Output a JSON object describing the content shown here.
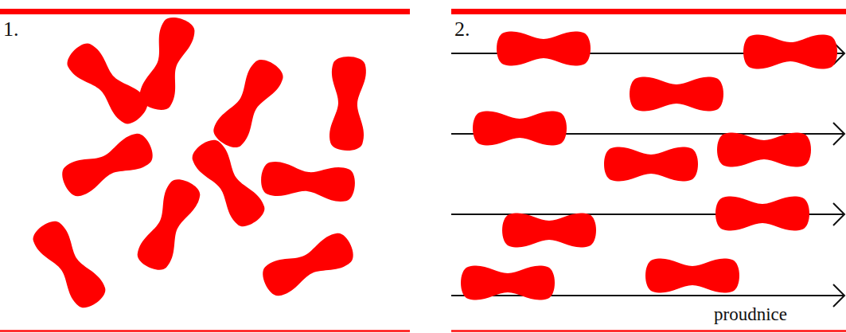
{
  "diagram": {
    "labels": [
      "1.",
      "2.",
      "proudnice"
    ]
  }
}
